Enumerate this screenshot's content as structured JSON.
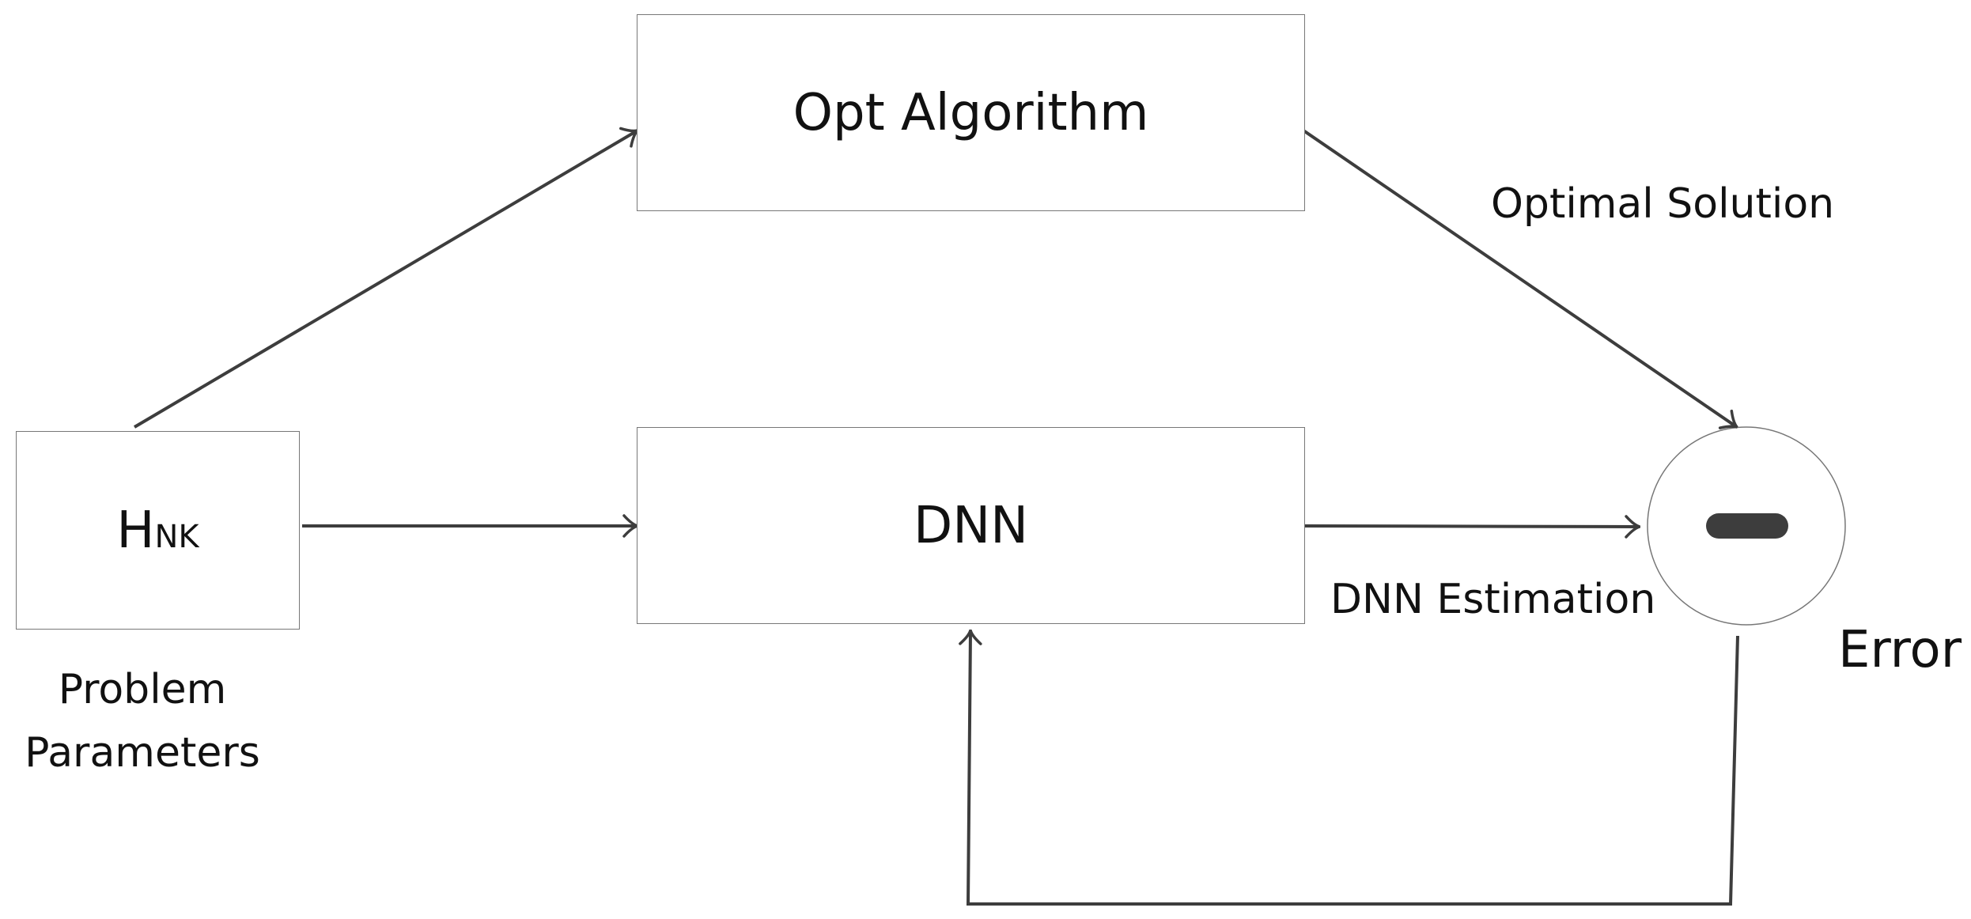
{
  "nodes": {
    "input": {
      "main": "H",
      "sub": "NK"
    },
    "opt": {
      "label": "Opt Algorithm"
    },
    "dnn": {
      "label": "DNN"
    },
    "error_node": {
      "label": "Error"
    }
  },
  "labels": {
    "problem_line1": "Problem",
    "problem_line2": "Parameters",
    "optimal_solution": "Optimal Solution",
    "dnn_estimation": "DNN Estimation"
  },
  "colors": {
    "line": "#3d3d3d",
    "box_border": "#777777"
  }
}
